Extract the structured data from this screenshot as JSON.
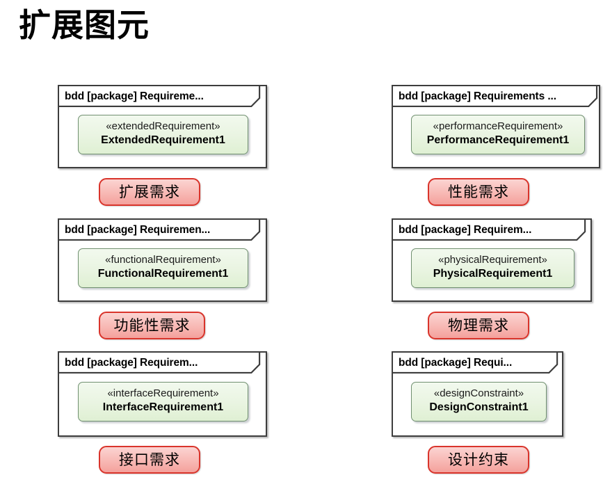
{
  "page": {
    "title": "扩展图元"
  },
  "diagrams": [
    {
      "frame_label": "bdd [package] Requireme...",
      "stereotype": "«extendedRequirement»",
      "node_name": "ExtendedRequirement1",
      "caption": "扩展需求"
    },
    {
      "frame_label": "bdd [package] Requirements ...",
      "stereotype": "«performanceRequirement»",
      "node_name": "PerformanceRequirement1",
      "caption": "性能需求"
    },
    {
      "frame_label": "bdd [package] Requiremen...",
      "stereotype": "«functionalRequirement»",
      "node_name": "FunctionalRequirement1",
      "caption": "功能性需求"
    },
    {
      "frame_label": "bdd [package] Requirem...",
      "stereotype": "«physicalRequirement»",
      "node_name": "PhysicalRequirement1",
      "caption": "物理需求"
    },
    {
      "frame_label": "bdd [package] Requirem...",
      "stereotype": "«interfaceRequirement»",
      "node_name": "InterfaceRequirement1",
      "caption": "接口需求"
    },
    {
      "frame_label": "bdd [package] Requi...",
      "stereotype": "«designConstraint»",
      "node_name": "DesignConstraint1",
      "caption": "设计约束"
    }
  ],
  "colors": {
    "node_fill": "#e9f4e1",
    "node_border": "#6f8f6f",
    "badge_fill": "#f8bbb7",
    "badge_border": "#d9342b",
    "frame_border": "#3d3d3d",
    "background": "#ffffff",
    "text": "#000000"
  }
}
